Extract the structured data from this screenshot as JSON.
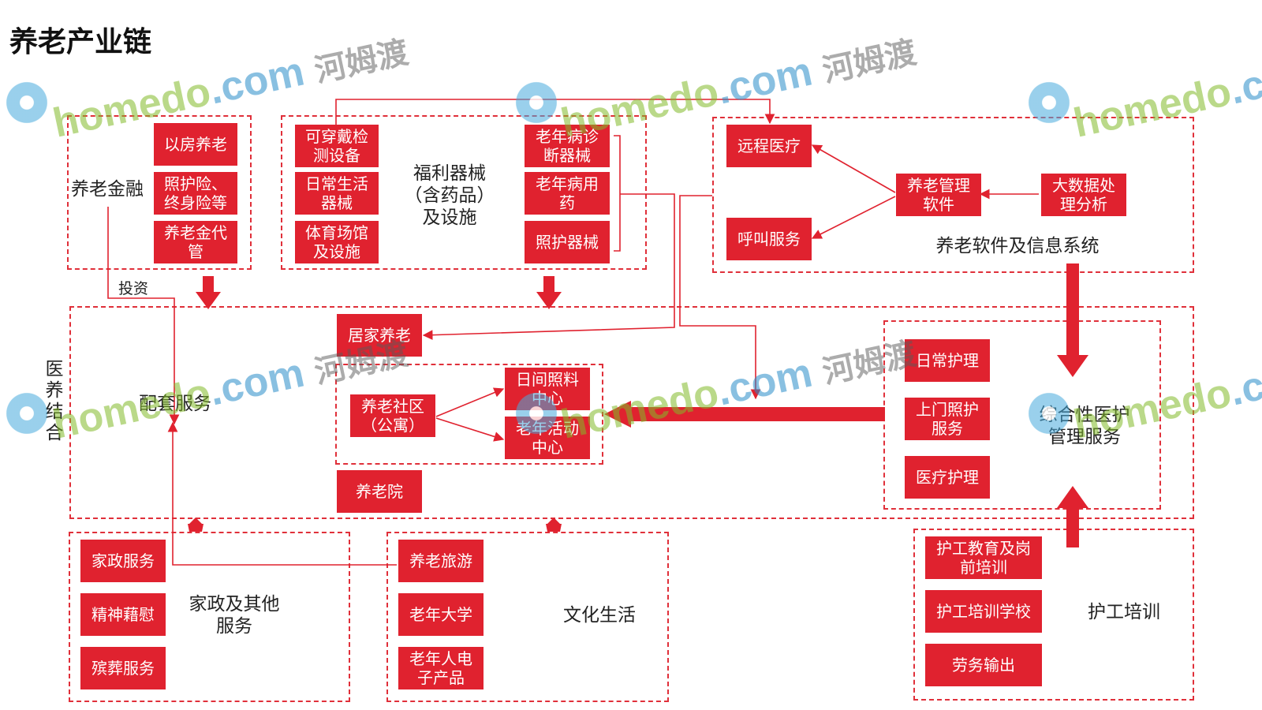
{
  "title": "养老产业链",
  "finance": {
    "label": "养老金融",
    "items": [
      "以房养老",
      "照护险、终身险等",
      "养老金代管"
    ],
    "invest_label": "投资"
  },
  "equipment": {
    "label": "福利器械（含药品）及设施",
    "left_items": [
      "可穿戴检测设备",
      "日常生活器械",
      "体育场馆及设施"
    ],
    "right_items": [
      "老年病诊断器械",
      "老年病用药",
      "照护器械"
    ]
  },
  "software": {
    "label": "养老软件及信息系统",
    "remote": "远程医疗",
    "call": "呼叫服务",
    "mgmt": "养老管理软件",
    "bigdata": "大数据处理分析"
  },
  "center": {
    "side_label": "医养结合",
    "support": "配套服务",
    "home": "居家养老",
    "community": "养老社区（公寓）",
    "daycare": "日间照料中心",
    "activity": "老年活动中心",
    "nursing_home": "养老院",
    "care_items": [
      "日常护理",
      "上门照护服务",
      "医疗护理"
    ],
    "care_label": "综合性医护管理服务"
  },
  "household": {
    "label": "家政及其他服务",
    "items": [
      "家政服务",
      "精神藉慰",
      "殡葬服务"
    ]
  },
  "culture": {
    "label": "文化生活",
    "items": [
      "养老旅游",
      "老年大学",
      "老年人电子产品"
    ]
  },
  "training": {
    "label": "护工培训",
    "items": [
      "护工教育及岗前培训",
      "护工培训学校",
      "劳务输出"
    ]
  },
  "watermark": {
    "brand": "homedo",
    "domain": ".com",
    "cn": "河姆渡"
  },
  "colors": {
    "accent": "#e0222f",
    "dash": "#e0303a",
    "wm_green": "#82b928",
    "wm_blue": "#288cc8"
  }
}
